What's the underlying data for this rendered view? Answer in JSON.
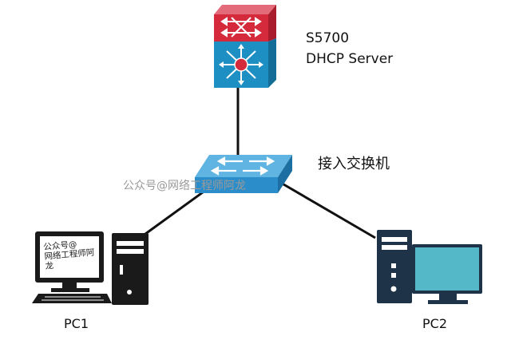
{
  "core_switch": {
    "model": "S5700",
    "role": "DHCP  Server"
  },
  "access_switch": {
    "label": "接入交换机"
  },
  "watermark": "公众号@网络工程师阿龙",
  "pc1": {
    "label": "PC1",
    "screen_text_line1": "公众号@",
    "screen_text_line2": "网络工程师阿龙"
  },
  "pc2": {
    "label": "PC2"
  },
  "icons": [
    "core-switch-icon",
    "access-switch-icon",
    "desktop-pc-icon",
    "desktop-pc-icon"
  ],
  "colors": {
    "core_top": "#d42a3c",
    "core_bottom": "#1e8fc3",
    "access_switch": "#2b8ecb",
    "pc1_frame": "#1a1a1a",
    "pc2_tower": "#1e3347",
    "pc2_screen": "#55b8c8",
    "link": "#111111"
  }
}
